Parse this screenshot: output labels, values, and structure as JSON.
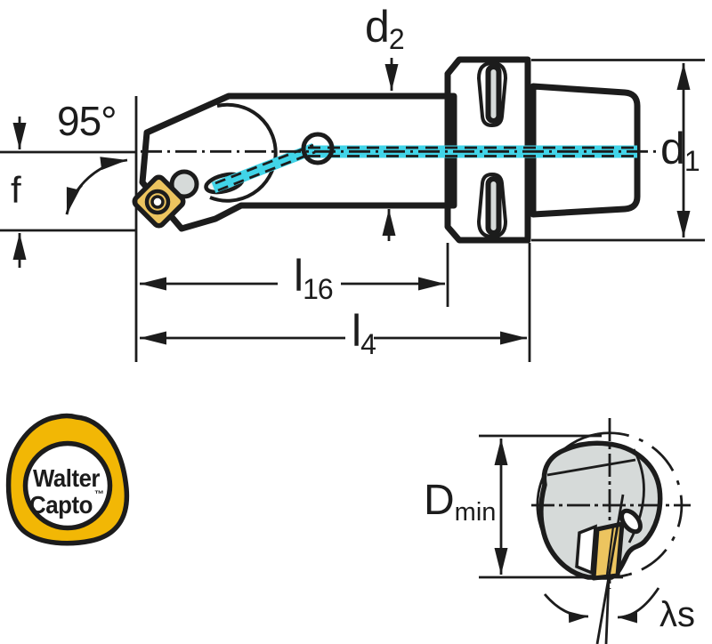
{
  "colors": {
    "body": "#d6dad9",
    "outline": "#1c1c1c",
    "insert": "#ecc45f",
    "coolant": "#41d4e8",
    "logo_yellow": "#f2b705",
    "white": "#ffffff"
  },
  "labels": {
    "angle_95": "95°",
    "f": "f",
    "d2_base": "d",
    "d2_sub": "2",
    "d1_base": "d",
    "d1_sub": "1",
    "l16_base": "l",
    "l16_sub": "16",
    "l4_base": "l",
    "l4_sub": "4",
    "dmin_base": "D",
    "dmin_sub": "min",
    "lambda_s": "λs"
  },
  "logo": {
    "line1": "Walter",
    "line2": "Capto",
    "trademark": "™"
  }
}
